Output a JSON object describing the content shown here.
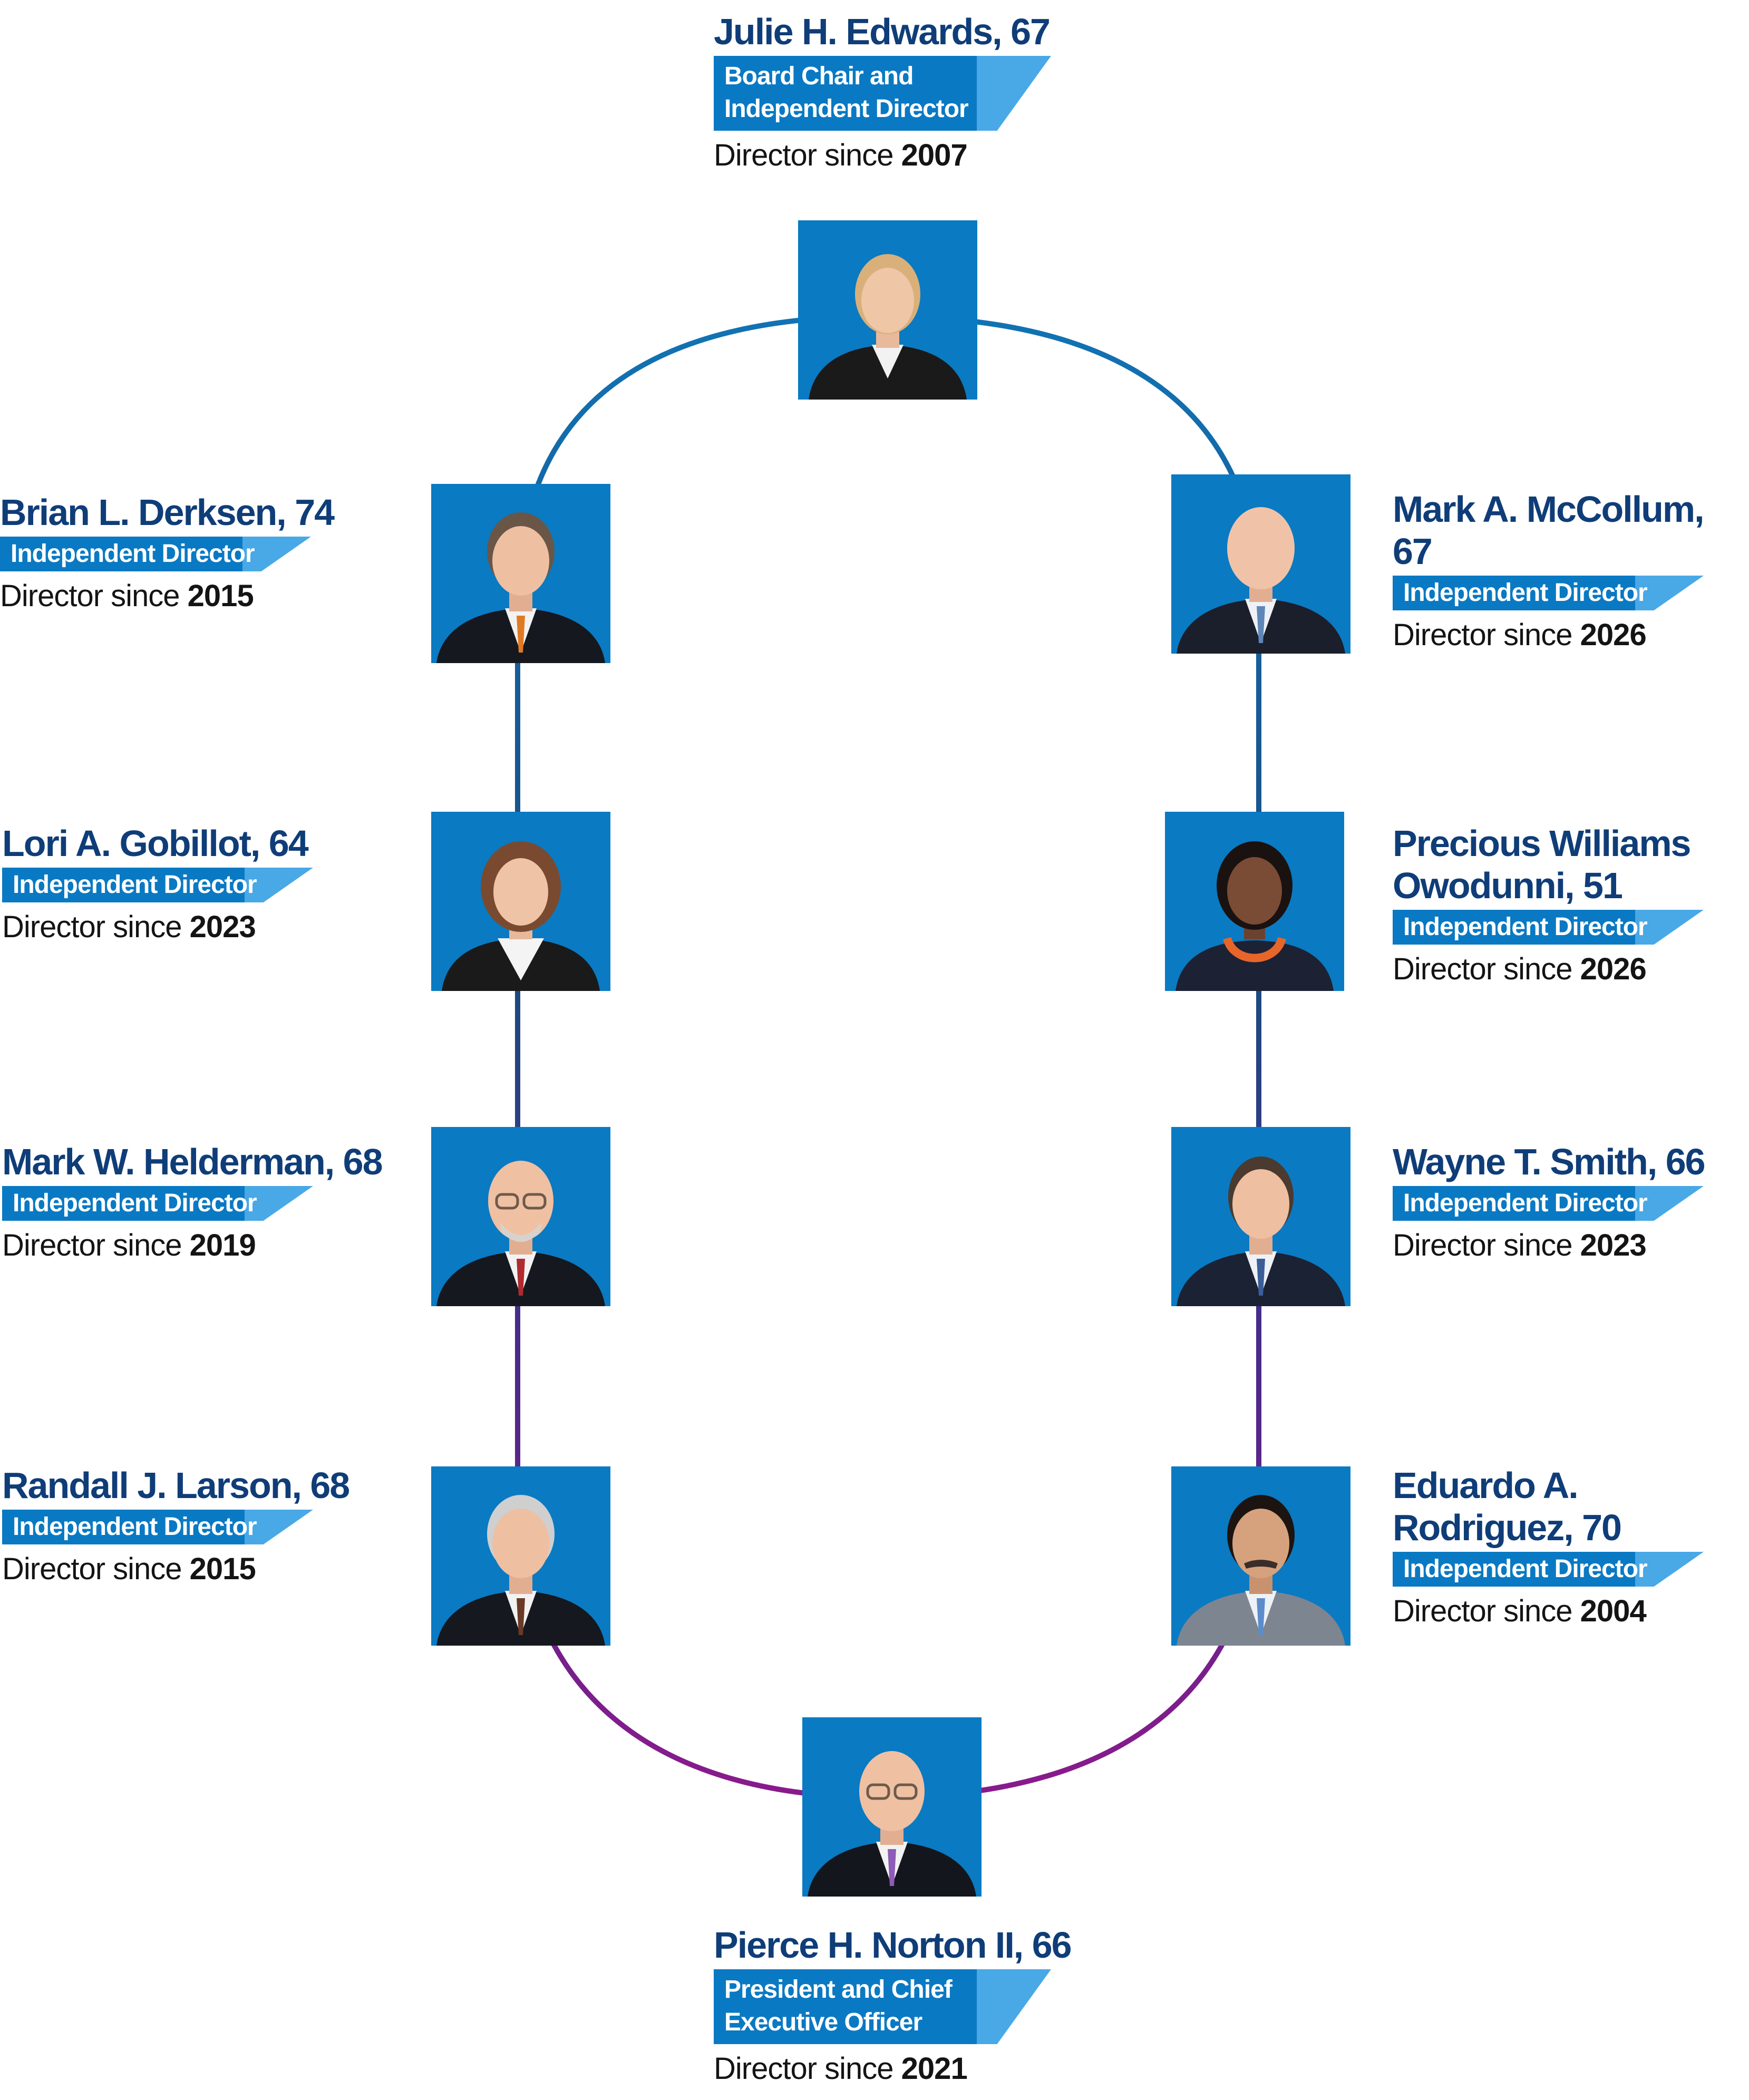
{
  "directors": [
    {
      "key": "edwards",
      "name": "Julie H. Edwards, 67",
      "role": "Board Chair and\nIndependent Director",
      "since_label": "Director since",
      "since_year": "2007"
    },
    {
      "key": "mccollum",
      "name": "Mark A. McCollum, 67",
      "role": "Independent Director",
      "since_label": "Director since",
      "since_year": "2026"
    },
    {
      "key": "owodunni",
      "name": "Precious Williams\nOwodunni, 51",
      "role": "Independent Director",
      "since_label": "Director since",
      "since_year": "2026"
    },
    {
      "key": "smith",
      "name": "Wayne T. Smith, 66",
      "role": "Independent Director",
      "since_label": "Director since",
      "since_year": "2023"
    },
    {
      "key": "rodriguez",
      "name": "Eduardo A.\nRodriguez, 70",
      "role": "Independent Director",
      "since_label": "Director since",
      "since_year": "2004"
    },
    {
      "key": "norton",
      "name": "Pierce H. Norton II, 66",
      "role": "President and Chief\nExecutive Officer",
      "since_label": "Director since",
      "since_year": "2021"
    },
    {
      "key": "larson",
      "name": "Randall J. Larson, 68",
      "role": "Independent Director",
      "since_label": "Director since",
      "since_year": "2015"
    },
    {
      "key": "helderman",
      "name": "Mark W. Helderman, 68",
      "role": "Independent Director",
      "since_label": "Director since",
      "since_year": "2019"
    },
    {
      "key": "gobillot",
      "name": "Lori A. Gobillot, 64",
      "role": "Independent Director",
      "since_label": "Director since",
      "since_year": "2023"
    },
    {
      "key": "derksen",
      "name": "Brian L. Derksen, 74",
      "role": "Independent Director",
      "since_label": "Director since",
      "since_year": "2015"
    }
  ],
  "colors": {
    "name_text": "#0f3d78",
    "badge_blue": "#0a79c3",
    "badge_accent": "#49a8e6",
    "photo_bg": "#0a7ac2",
    "ring_blue": "#1173b4",
    "ring_navy": "#1c4a80",
    "ring_violet": "#4a2a8a",
    "ring_magenta": "#8a1a8c"
  }
}
